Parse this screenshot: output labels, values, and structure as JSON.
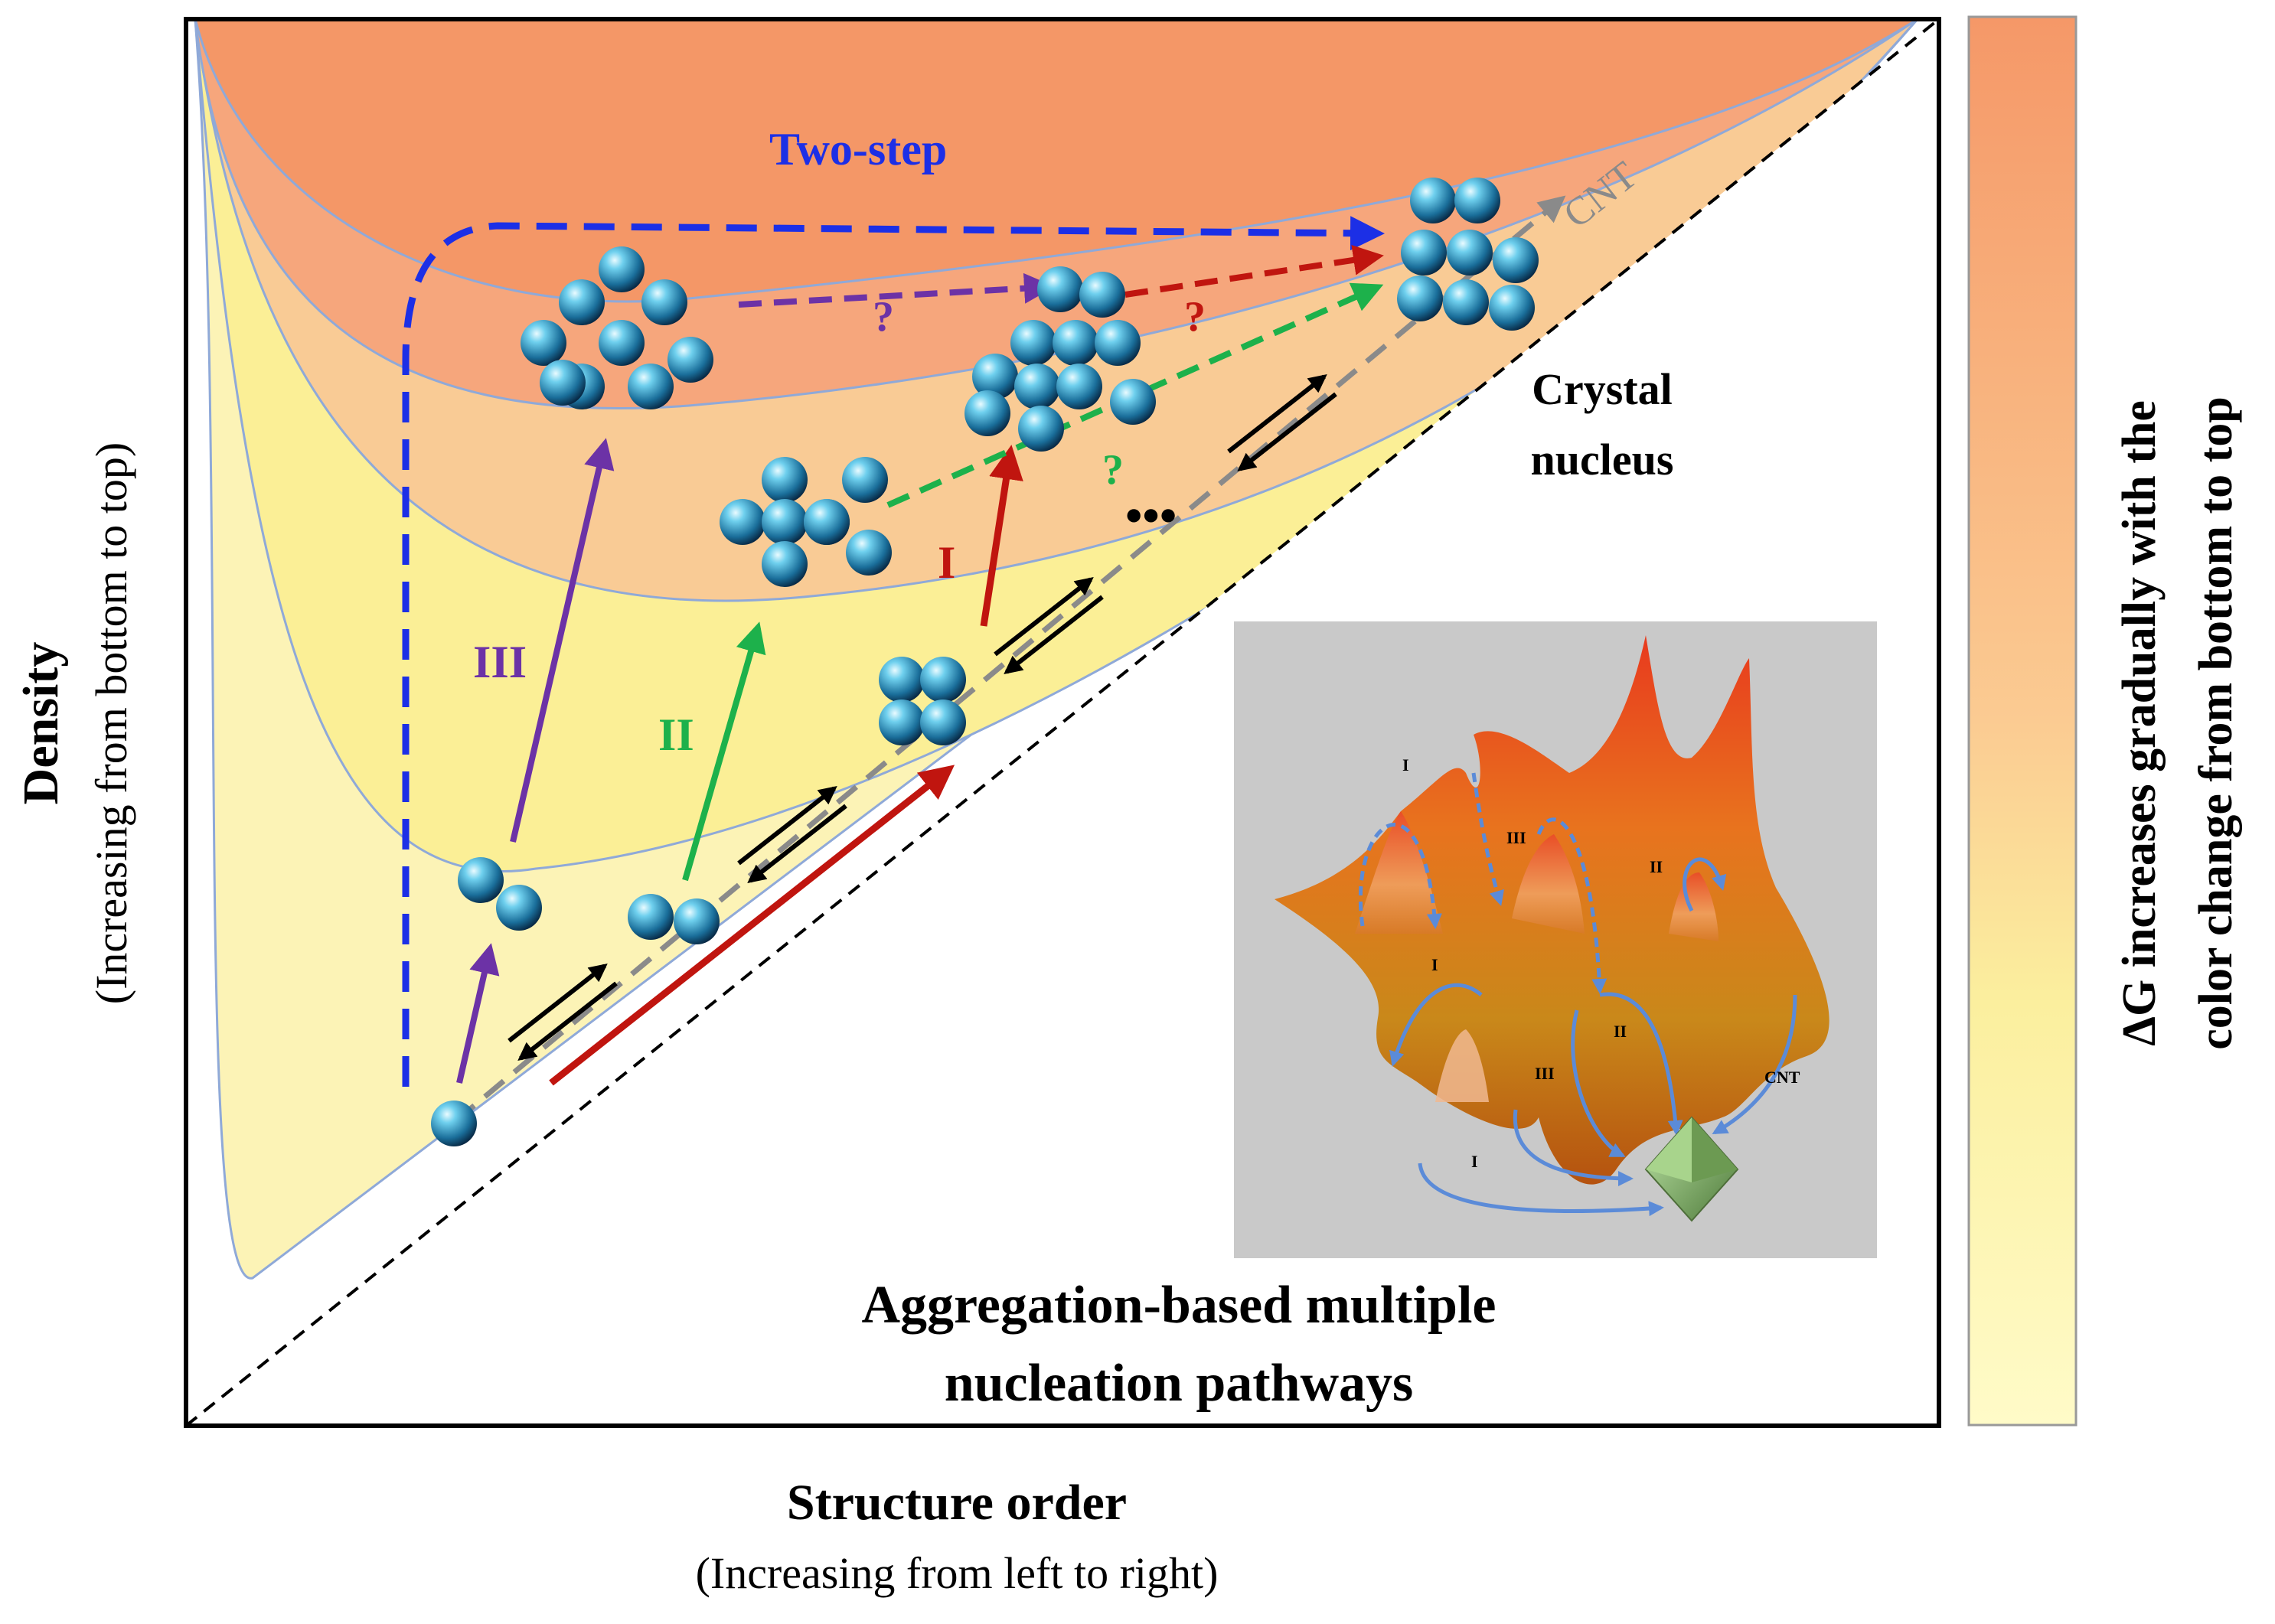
{
  "axes": {
    "x_title": "Structure order",
    "x_subtitle": "(Increasing from left to right)",
    "y_title": "Density",
    "y_subtitle": "(Increasing from bottom to top)"
  },
  "colorbar": {
    "label_line1": "ΔG increases gradually with the",
    "label_line2": "color change from bottom to top",
    "color_top": "#F59868",
    "color_bottom": "#FFFBC8"
  },
  "landscape": {
    "colors": [
      "#FCF3B6",
      "#FBEF96",
      "#F9CB95",
      "#F6A67C",
      "#F49767"
    ],
    "contour_color": "#8FA9D8"
  },
  "pathways": {
    "two_step": {
      "label": "Two-step",
      "color": "#1C2FE6"
    },
    "I": {
      "label": "I",
      "color": "#C0150F"
    },
    "II": {
      "label": "II",
      "color": "#1DB14B"
    },
    "III": {
      "label": "III",
      "color": "#6C32A6"
    },
    "CNT": {
      "label": "CNT",
      "color": "#8A8A8A"
    }
  },
  "annotations": {
    "question_mark": "?",
    "ellipsis": "•••",
    "crystal_nucleus_line1": "Crystal",
    "crystal_nucleus_line2": "nucleus",
    "caption_line1": "Aggregation-based multiple",
    "caption_line2": "nucleation pathways"
  },
  "inset": {
    "background": "#C9C9C9",
    "labels": {
      "I_a": "I",
      "III_a": "III",
      "II_a": "II",
      "I_b": "I",
      "III_b": "III",
      "II_b": "II",
      "CNT": "CNT",
      "I_c": "I"
    }
  },
  "icons": {
    "particle": "sphere-particle-icon",
    "crystal": "octahedral-crystal-icon"
  }
}
